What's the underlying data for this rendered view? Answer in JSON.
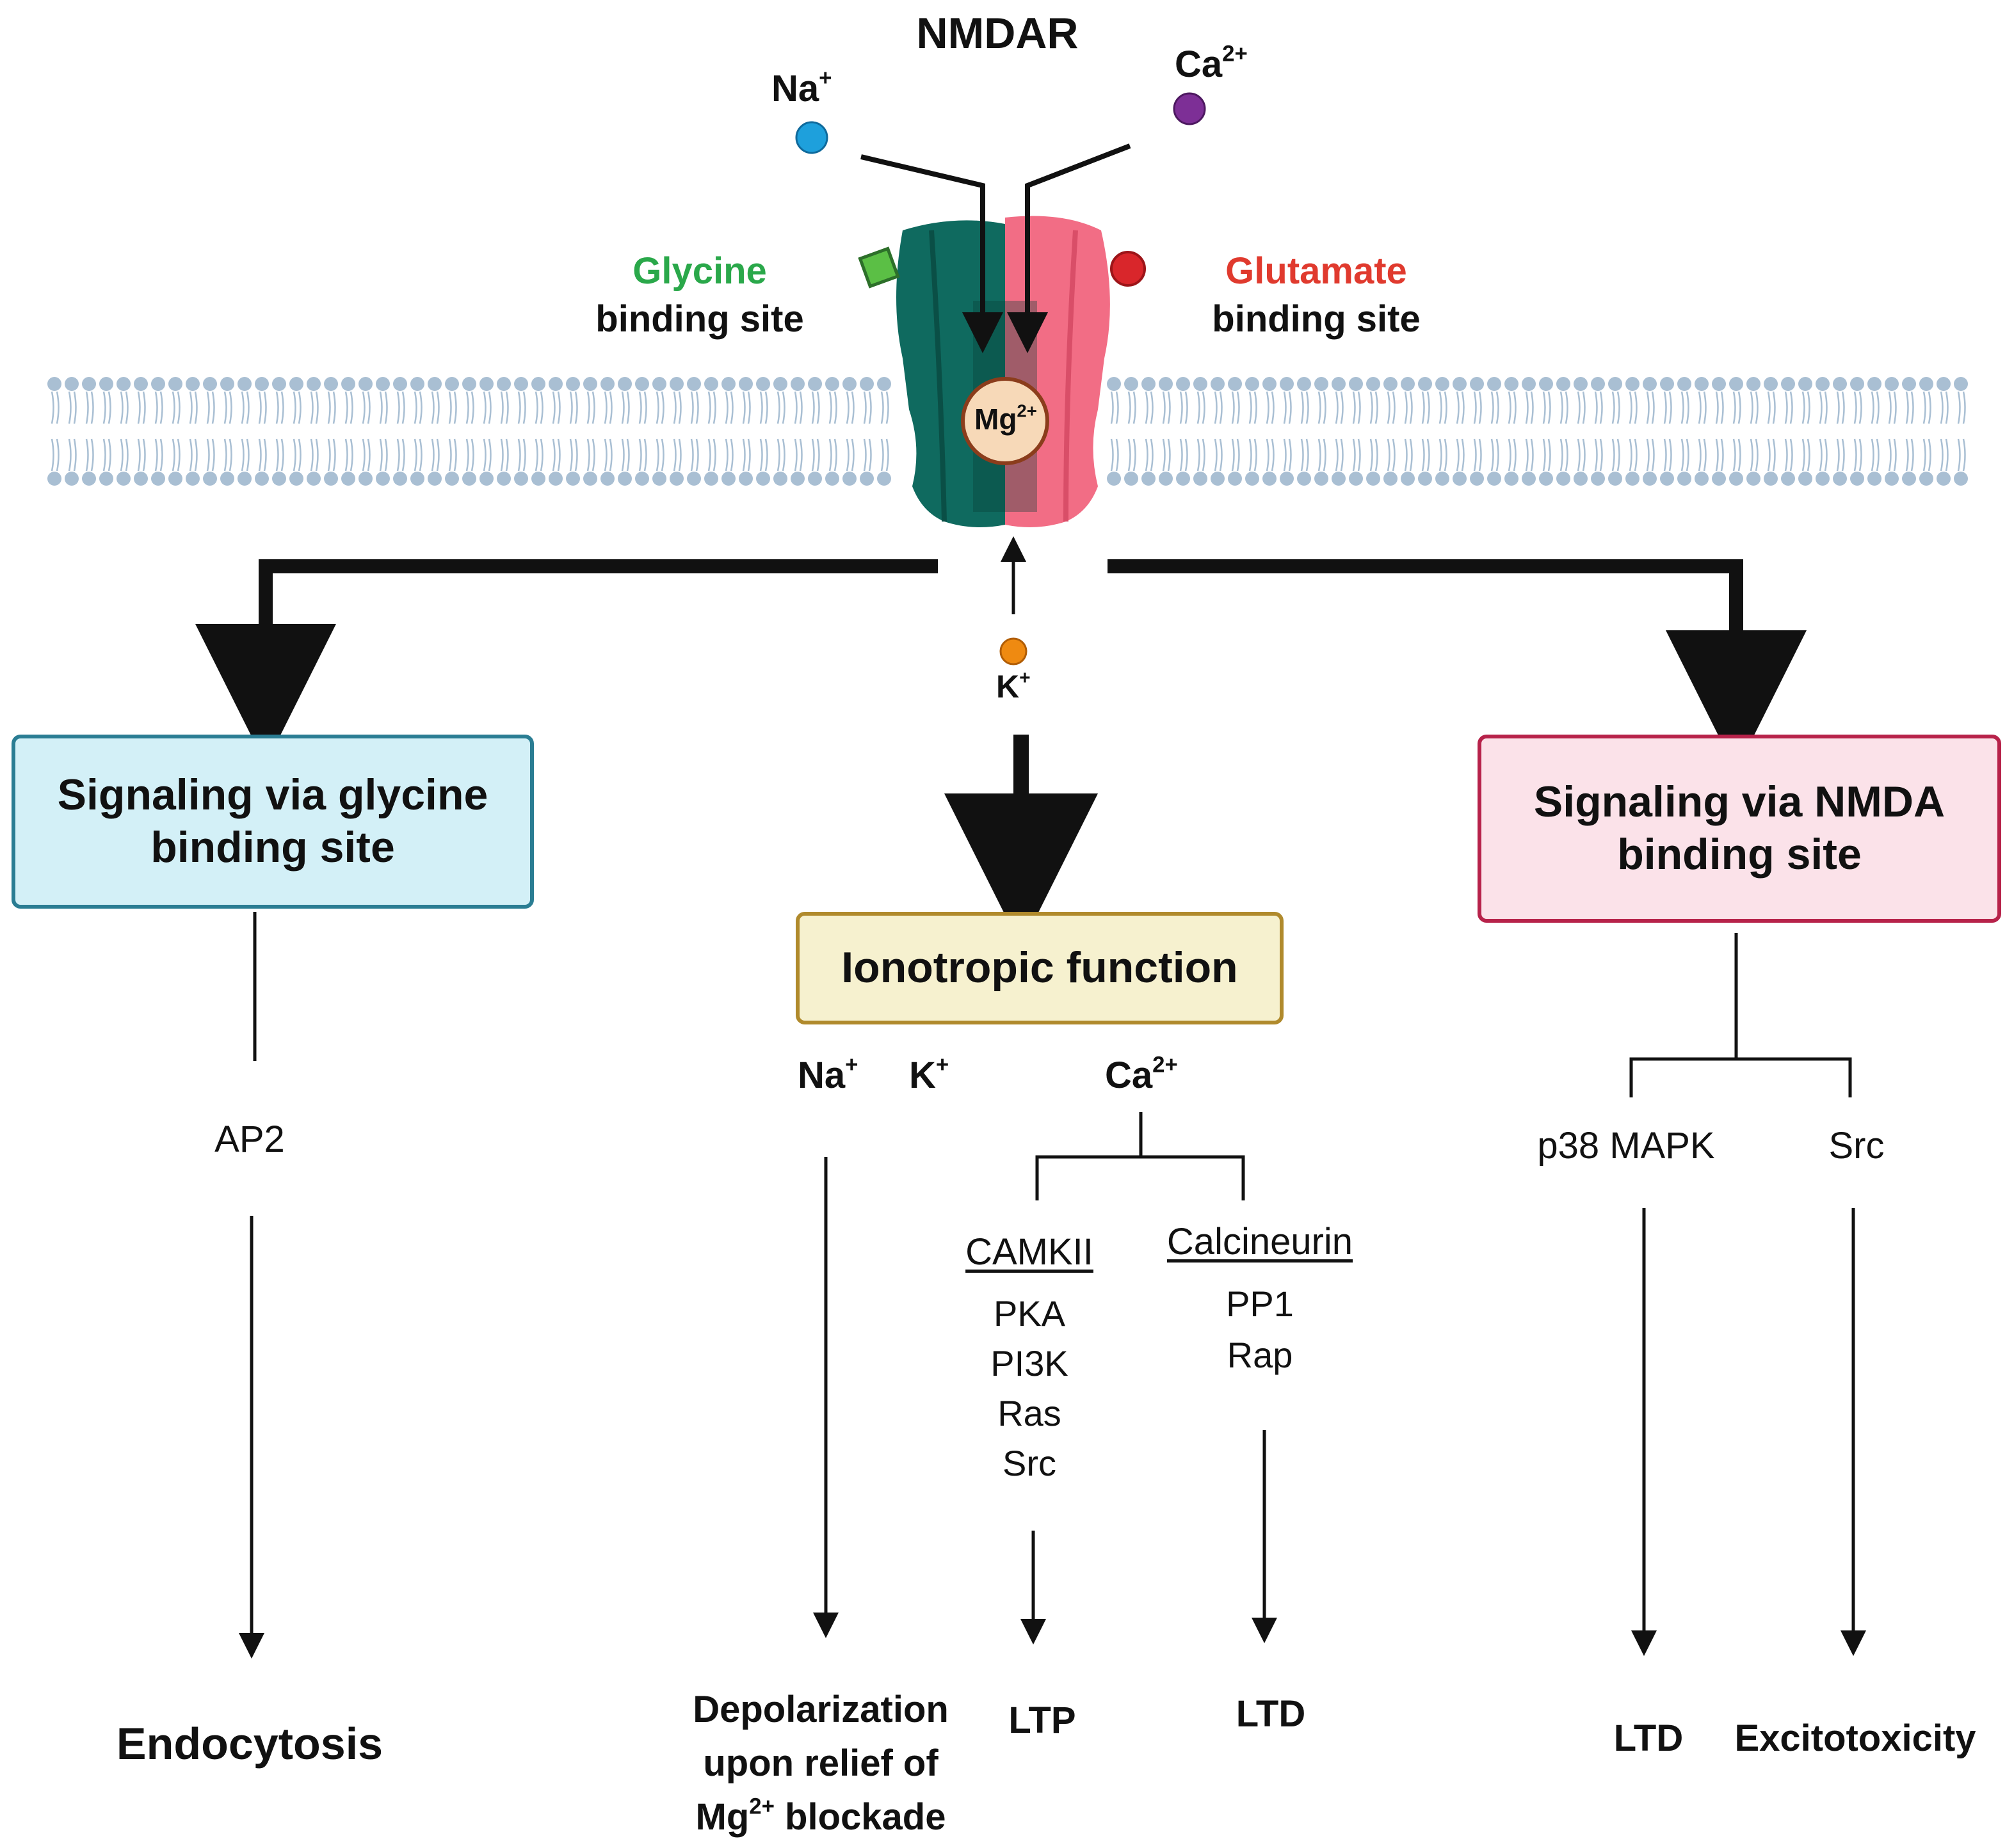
{
  "receptor": {
    "title": "NMDAR",
    "na_ion": "Na",
    "na_charge": "+",
    "ca_ion": "Ca",
    "ca_charge": "2+",
    "k_ion": "K",
    "k_charge": "+",
    "mg_ion": "Mg",
    "mg_charge": "2+",
    "glycine_label": "Glycine",
    "glycine_sublabel": "binding site",
    "glutamate_label": "Glutamate",
    "glutamate_sublabel": "binding site"
  },
  "colors": {
    "na": "#1ea0dc",
    "ca": "#7d2f96",
    "k": "#ef8a11",
    "glycine_site": "#5bbf45",
    "glutamate_site": "#d9262b",
    "glycine_text": "#2aa84a",
    "glutamate_text": "#e03a2e",
    "subunit_teal": "#0f6a5f",
    "subunit_pink": "#f26d85",
    "mg": "#f7d9b8",
    "membrane": "#a9bfd3"
  },
  "left_branch": {
    "box_label": "Signaling via glycine binding site",
    "mediator": "AP2",
    "outcome": "Endocytosis"
  },
  "middle_branch": {
    "box_label": "Ionotropic function",
    "ions": {
      "na": "Na",
      "na_charge": "+",
      "k": "K",
      "k_charge": "+",
      "ca": "Ca",
      "ca_charge": "2+"
    },
    "na_outcome": {
      "line1": "Depolarization",
      "line2": "upon relief of",
      "line3_prefix": "Mg",
      "line3_charge": "2+",
      "line3_suffix": " blockade"
    },
    "camkii_group": {
      "header": "CAMKII",
      "items": [
        "PKA",
        "PI3K",
        "Ras",
        "Src"
      ],
      "outcome": "LTP"
    },
    "calcineurin_group": {
      "header": "Calcineurin",
      "items": [
        "PP1",
        "Rap"
      ],
      "outcome": "LTD"
    }
  },
  "right_branch": {
    "box_label": "Signaling via NMDA binding site",
    "mediator_left": "p38 MAPK",
    "mediator_right": "Src",
    "outcome_left": "LTD",
    "outcome_right": "Excitotoxicity"
  }
}
